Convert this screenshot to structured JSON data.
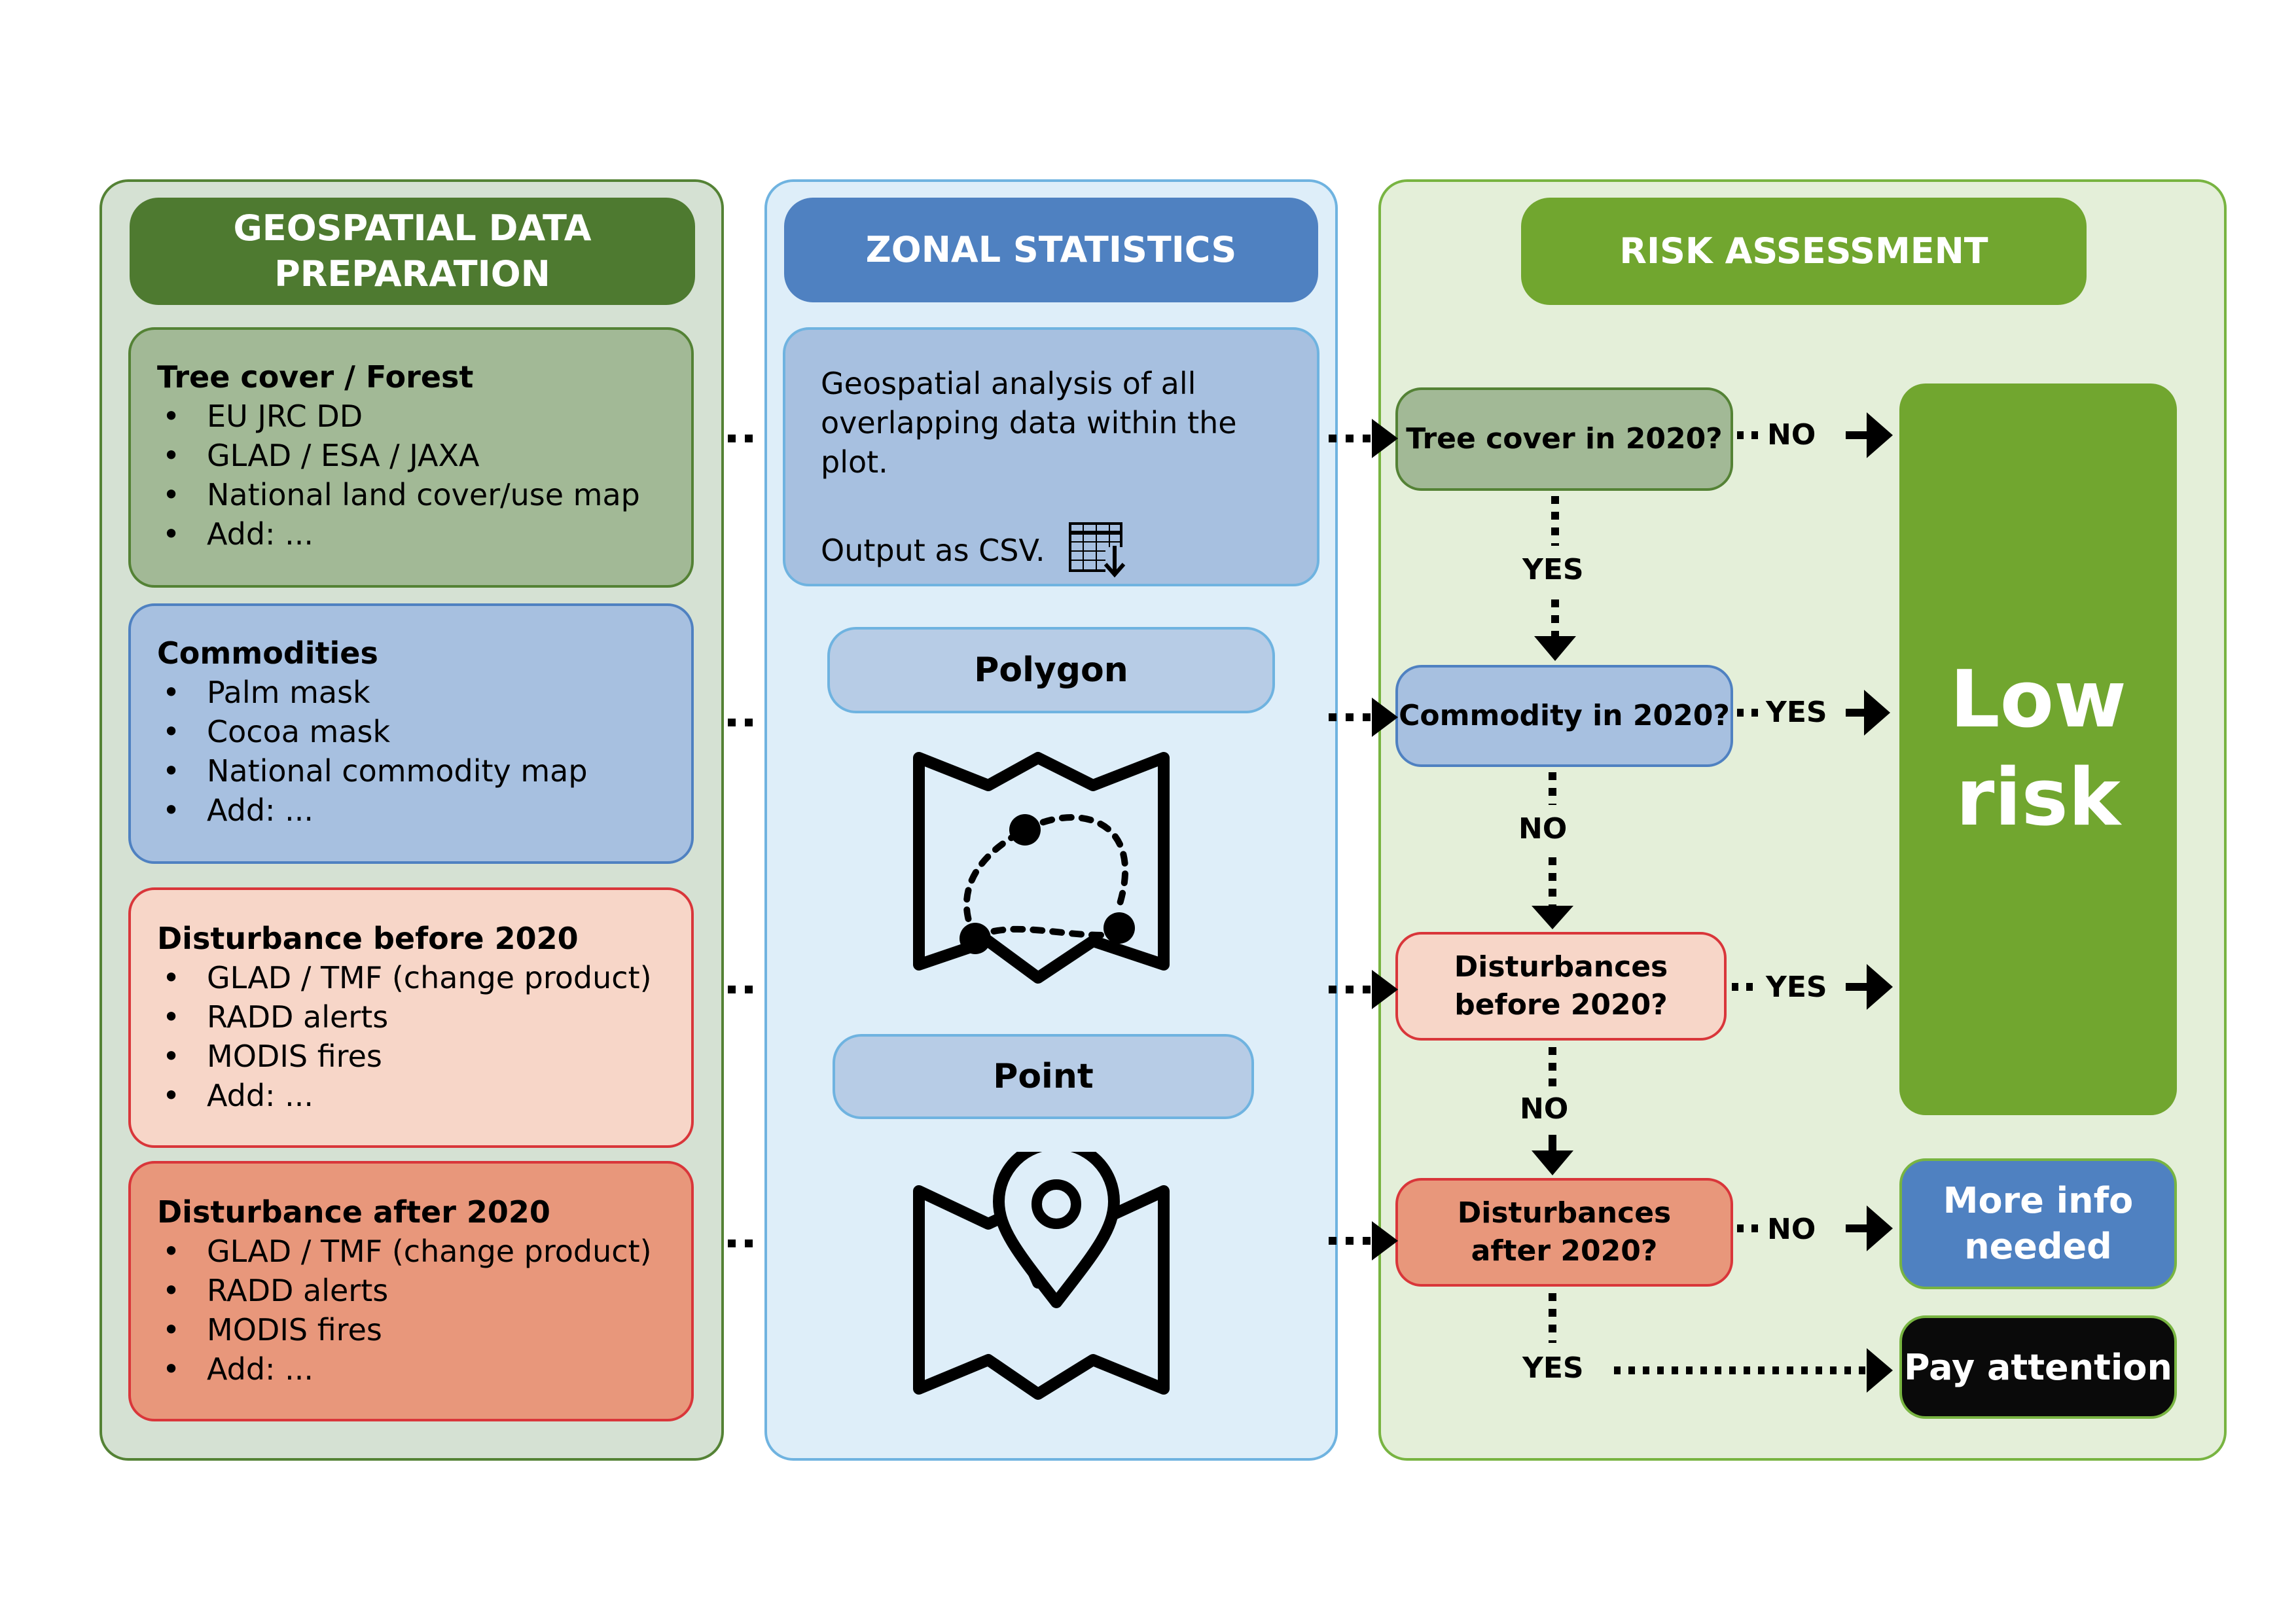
{
  "columns": {
    "geo": {
      "header": "GEOSPATIAL DATA PREPARATION"
    },
    "zonal": {
      "header": "ZONAL STATISTICS"
    },
    "risk": {
      "header": "RISK ASSESSMENT"
    }
  },
  "data_cards": [
    {
      "title": "Tree cover / Forest",
      "items": [
        "EU JRC DD",
        "GLAD / ESA / JAXA",
        "National land cover/use map",
        "Add: ..."
      ]
    },
    {
      "title": "Commodities",
      "items": [
        "Palm mask",
        "Cocoa mask",
        "National commodity map",
        "Add: ..."
      ]
    },
    {
      "title": "Disturbance before 2020",
      "items": [
        "GLAD / TMF (change product)",
        "RADD alerts",
        "MODIS fires",
        "Add: ..."
      ]
    },
    {
      "title": "Disturbance after 2020",
      "items": [
        "GLAD / TMF (change product)",
        "RADD alerts",
        "MODIS fires",
        "Add: ..."
      ]
    }
  ],
  "zonal": {
    "analysis_text": "Geospatial analysis of all overlapping data within the plot.",
    "output_text": "Output as CSV.",
    "polygon_label": "Polygon",
    "point_label": "Point"
  },
  "questions": {
    "q1": "Tree cover in 2020?",
    "q2": "Commodity in 2020?",
    "q3": "Disturbances before 2020?",
    "q4": "Disturbances after 2020?"
  },
  "answers": {
    "q1_right": "NO",
    "q1_down": "YES",
    "q2_right": "YES",
    "q2_down": "NO",
    "q3_right": "YES",
    "q3_down": "NO",
    "q4_right": "NO",
    "q4_down": "YES"
  },
  "outcomes": {
    "low_risk": "Low risk",
    "more_info": "More info needed",
    "pay_attention": "Pay attention"
  },
  "colors": {
    "geo_panel_bg": "#d5e1d3",
    "geo_panel_border": "#548235",
    "geo_header": "#4e7a30",
    "zonal_panel_bg": "#deeef9",
    "zonal_panel_border": "#6fb3e0",
    "zonal_header": "#4f81c1",
    "risk_panel_bg": "#e4efd9",
    "risk_panel_border": "#78b441",
    "risk_header": "#71a62f",
    "tree_card": "#a2b996",
    "tree_border": "#548235",
    "commodity_card": "#a7c0e0",
    "commodity_border": "#4f81c1",
    "before_card": "#f7d6c8",
    "before_border": "#d9363a",
    "after_card": "#e8977b",
    "after_border": "#d9363a",
    "low_risk": "#71a62f",
    "more_info": "#4f81c1",
    "pay_attention": "#0a0a0a"
  }
}
